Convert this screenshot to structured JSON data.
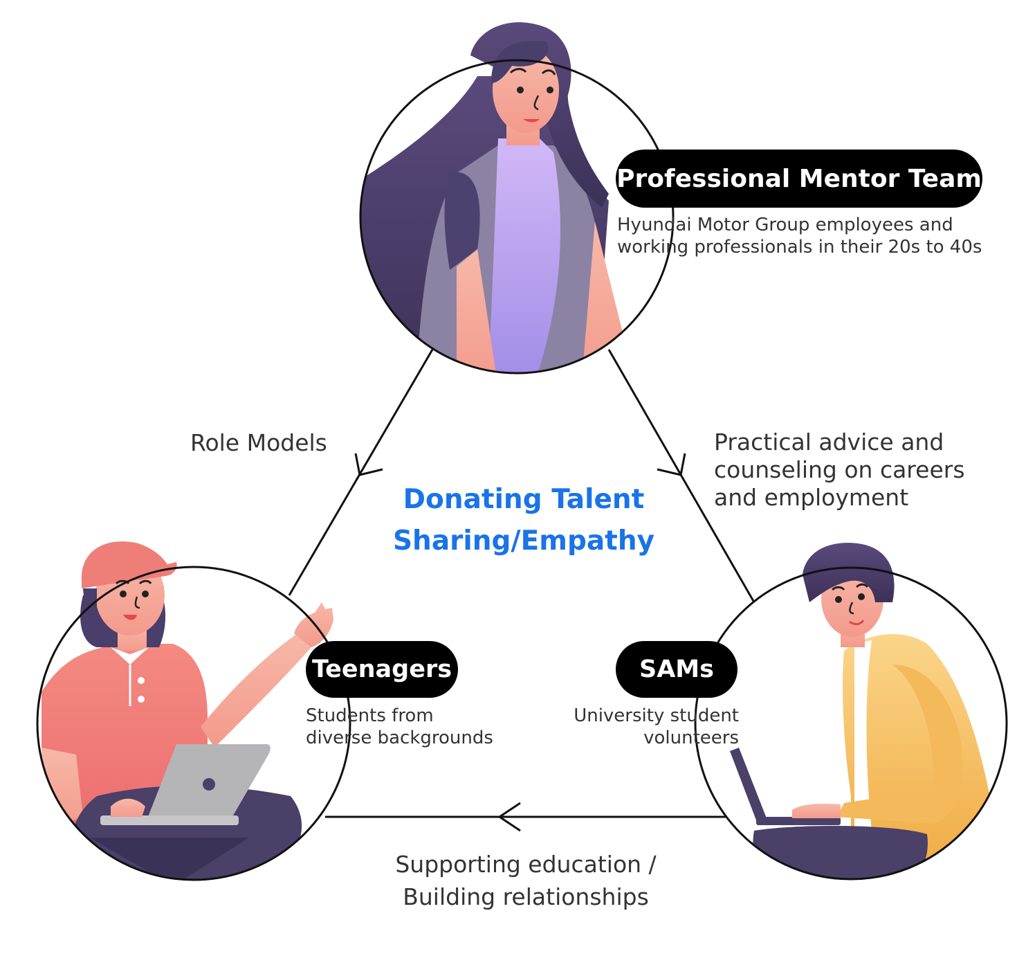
{
  "colors": {
    "center_text": "#1a73e8",
    "label_pill_bg": "#000000",
    "label_pill_text": "#ffffff",
    "body_text": "#333333",
    "line": "#111111"
  },
  "center": {
    "line1": "Donating Talent",
    "line2": "Sharing/Empathy"
  },
  "nodes": {
    "mentor": {
      "label": "Professional Mentor Team",
      "desc1": "Hyundai Motor Group employees and",
      "desc2": "working professionals in their 20s to 40s",
      "icon": "mentor-woman-illustration"
    },
    "teenagers": {
      "label": "Teenagers",
      "desc1": "Students from",
      "desc2": "diverse backgrounds",
      "icon": "teen-with-laptop-illustration"
    },
    "sams": {
      "label": "SAMs",
      "desc1": "University student",
      "desc2": "volunteers",
      "icon": "student-with-laptop-illustration"
    }
  },
  "edges": {
    "mentor_to_teen": "Role Models",
    "mentor_to_sams": {
      "line1": "Practical advice and",
      "line2": "counseling on careers",
      "line3": "and employment"
    },
    "sams_to_teen": {
      "line1": "Supporting education /",
      "line2": "Building relationships"
    }
  }
}
